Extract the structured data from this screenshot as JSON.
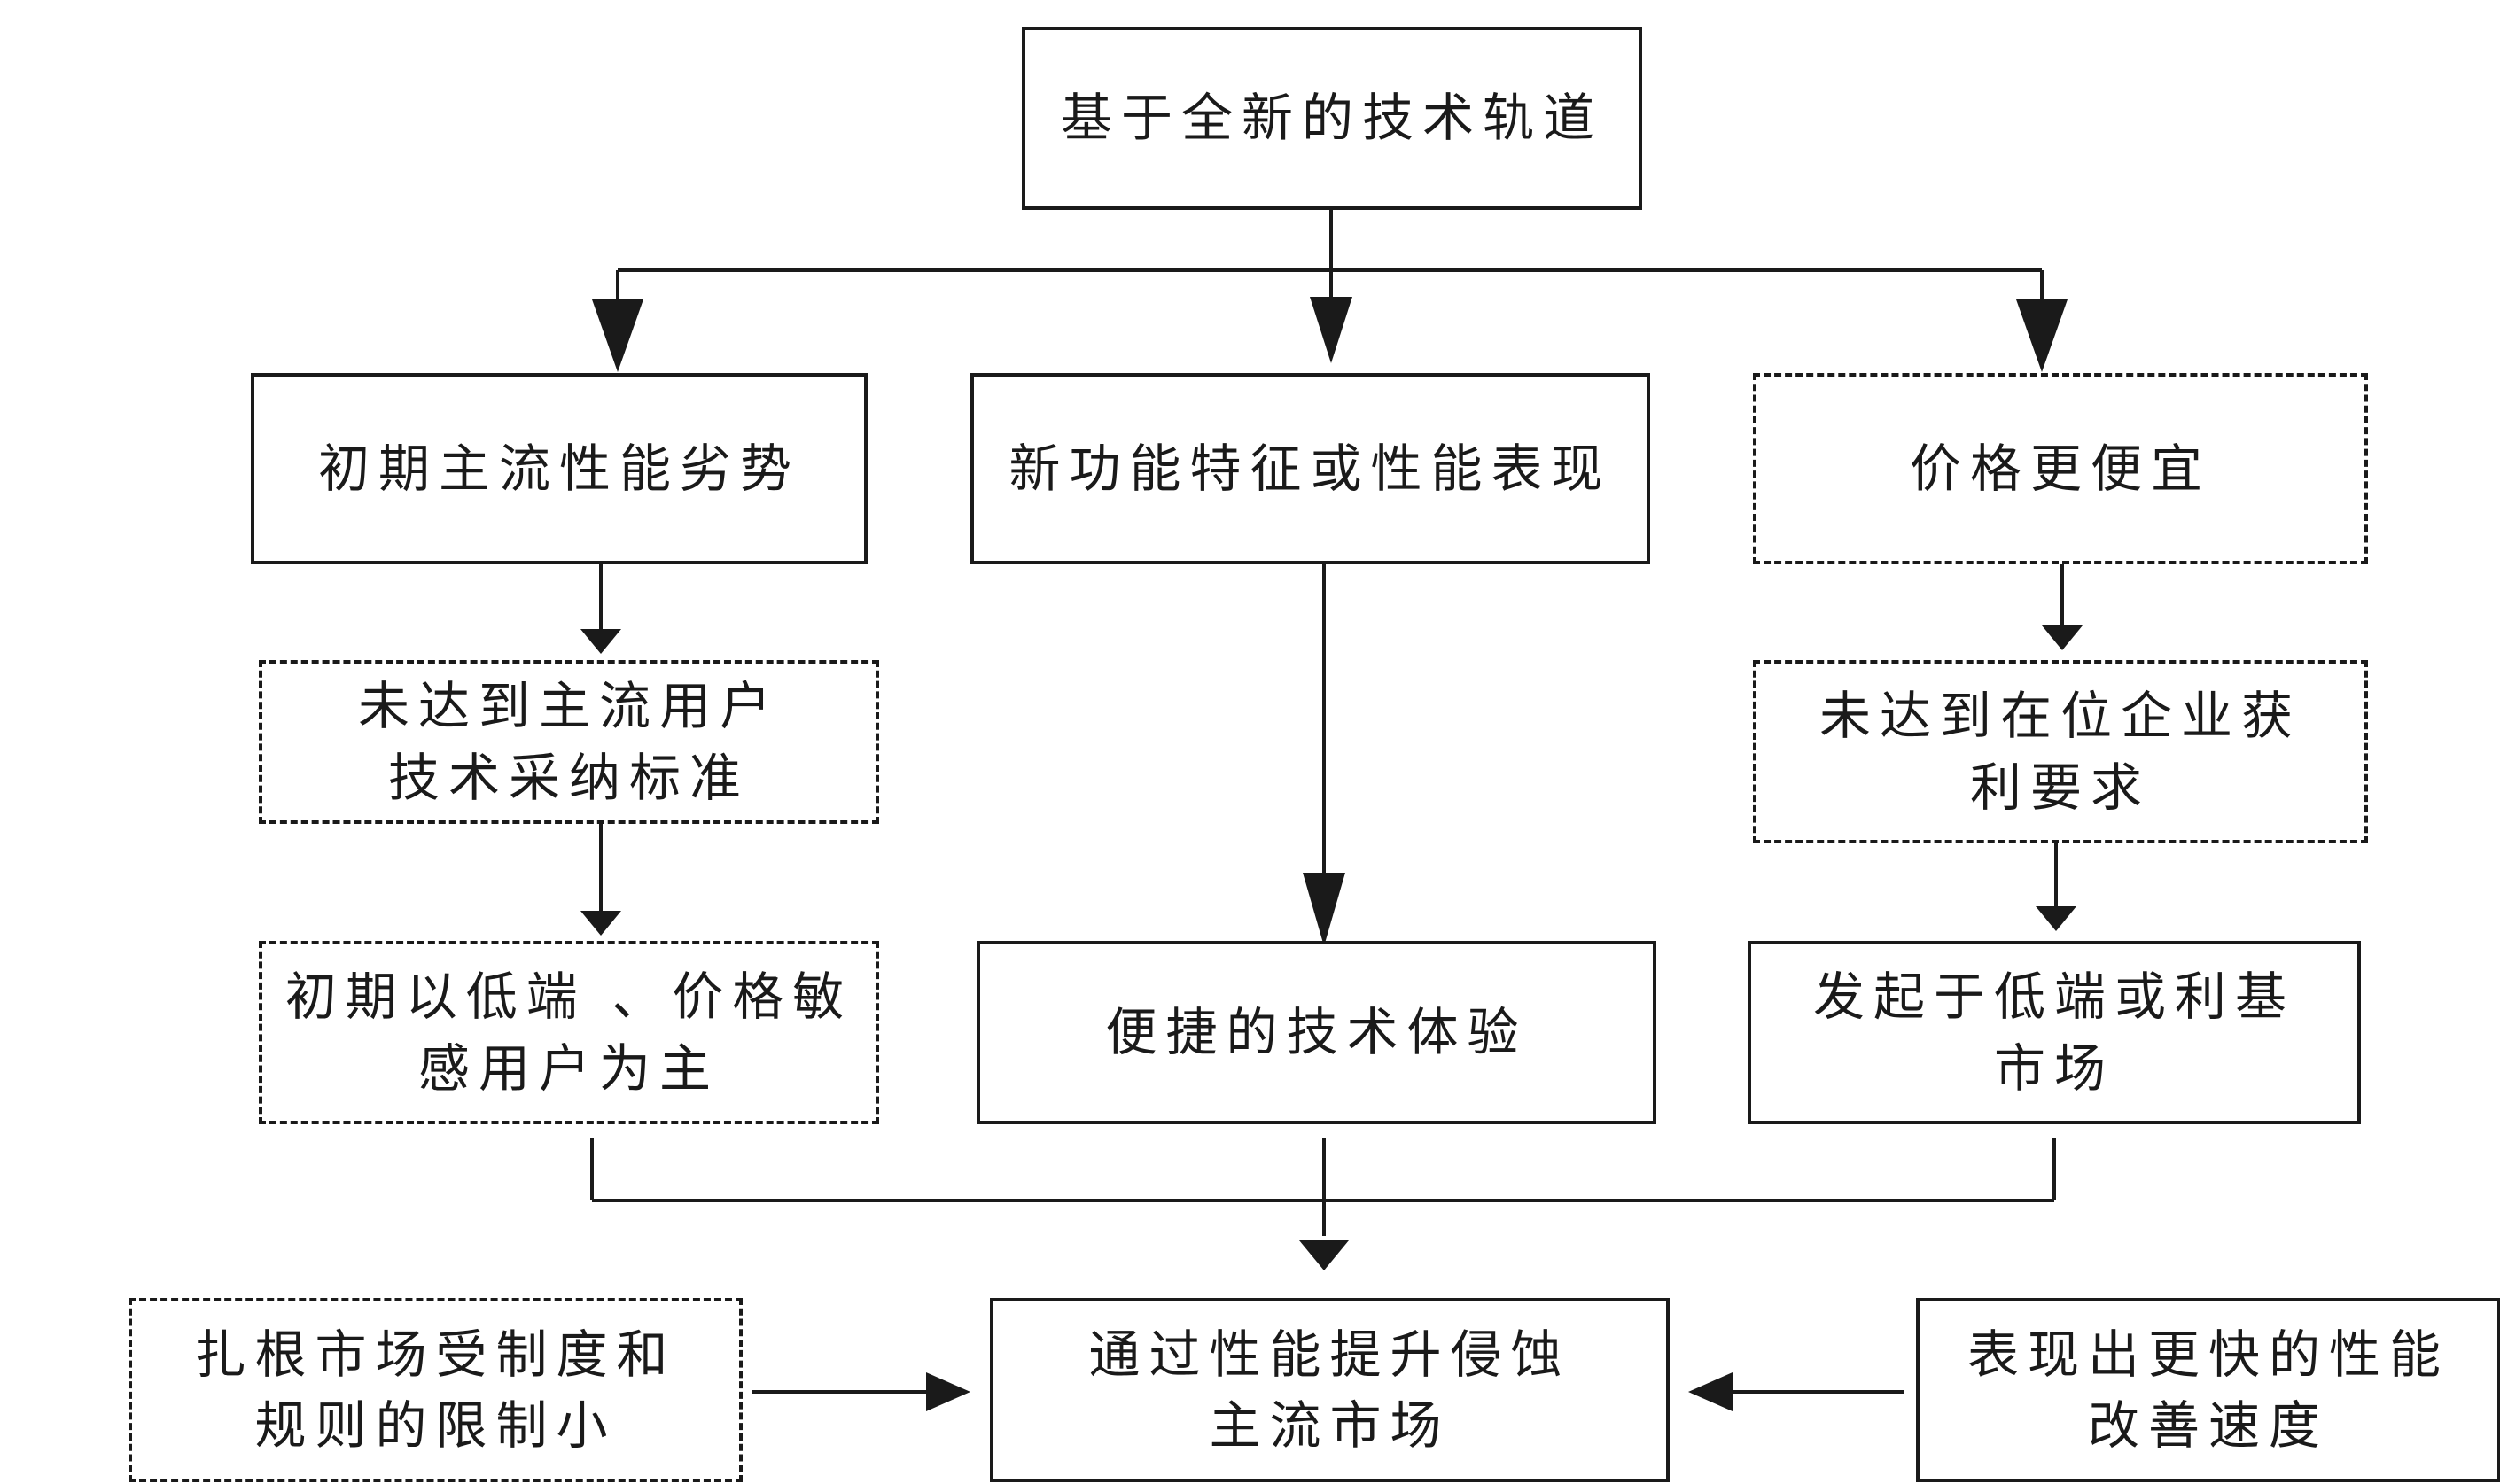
{
  "nodes": {
    "root": [
      "基于全新的技术轨道"
    ],
    "left1": [
      "初期主流性能劣势"
    ],
    "mid1": [
      "新功能特征或性能表现"
    ],
    "right1": [
      "价格更便宜"
    ],
    "left2": [
      "未达到主流用户",
      "技术采纳标准"
    ],
    "right2": [
      "未达到在位企业获",
      "利要求"
    ],
    "left3": [
      "初期以低端 、价格敏",
      "感用户为主"
    ],
    "mid3": [
      "便捷的技术体验"
    ],
    "right3": [
      "发起于低端或利基",
      "市场"
    ],
    "bottom_left": [
      "扎根市场受制度和",
      "规则的限制小"
    ],
    "bottom_center": [
      "通过性能提升侵蚀",
      "主流市场"
    ],
    "bottom_right": [
      "表现出更快的性能",
      "改善速度"
    ]
  }
}
